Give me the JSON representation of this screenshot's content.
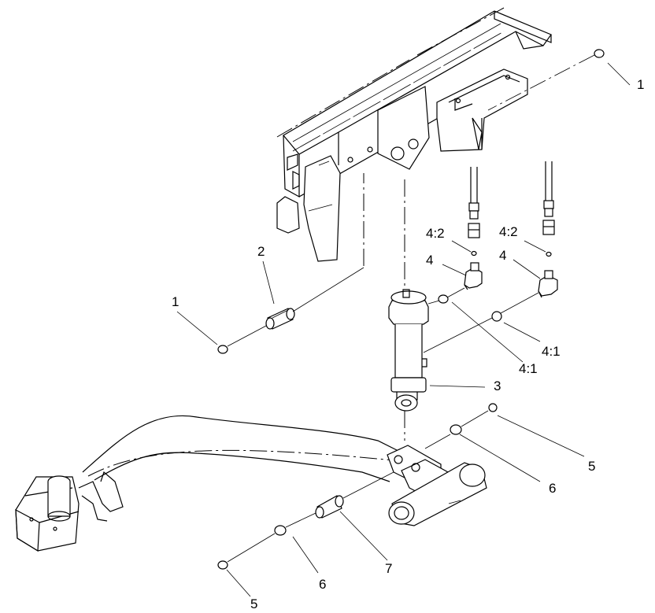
{
  "diagram": {
    "labels": {
      "ring_top_right": "1",
      "ring_left": "1",
      "pin_upper": "2",
      "cylinder": "3",
      "fitting_left": "4",
      "fitting_right": "4",
      "oring_left": "4:2",
      "oring_right": "4:2",
      "washer_center": "4:1",
      "washer_right": "4:1",
      "ring_lower_right": "5",
      "ring_lower_left": "5",
      "washer_lower_right": "6",
      "washer_lower_left": "6",
      "pin_lower": "7"
    }
  }
}
